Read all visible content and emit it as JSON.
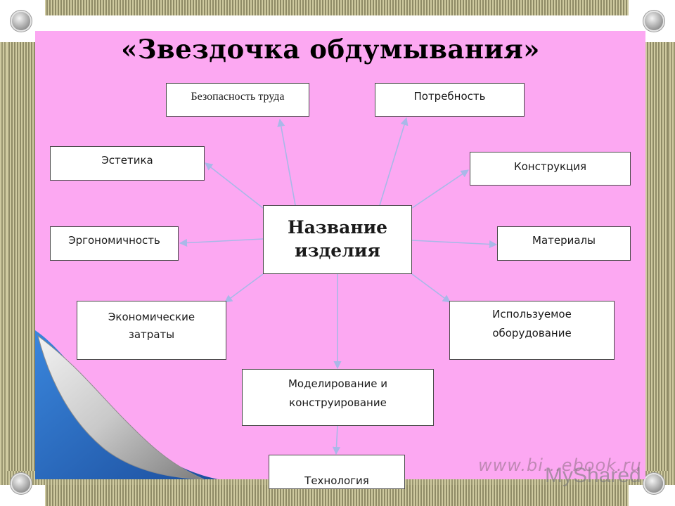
{
  "title": "«Звездочка обдумывания»",
  "center": {
    "line1": "Название",
    "line2": "изделия"
  },
  "nodes": {
    "safety": "Безопасность труда",
    "need": "Потребность",
    "aesthetics": "Эстетика",
    "construction": "Конструкция",
    "ergonomics": "Эргономичность",
    "materials": "Материалы",
    "costs_line1": "Экономические",
    "costs_line2": "затраты",
    "equipment_line1": "Используемое",
    "equipment_line2": "оборудование",
    "modeling_line1": "Моделирование и",
    "modeling_line2": "конструирование",
    "technology": "Технология"
  },
  "watermark": {
    "site": "www.bi...ebook.ru",
    "brand": "MyShared"
  },
  "colors": {
    "panel": "#fca8f2",
    "arrow": "#a9b8e8",
    "curl_blue": "#2d6fc4"
  }
}
